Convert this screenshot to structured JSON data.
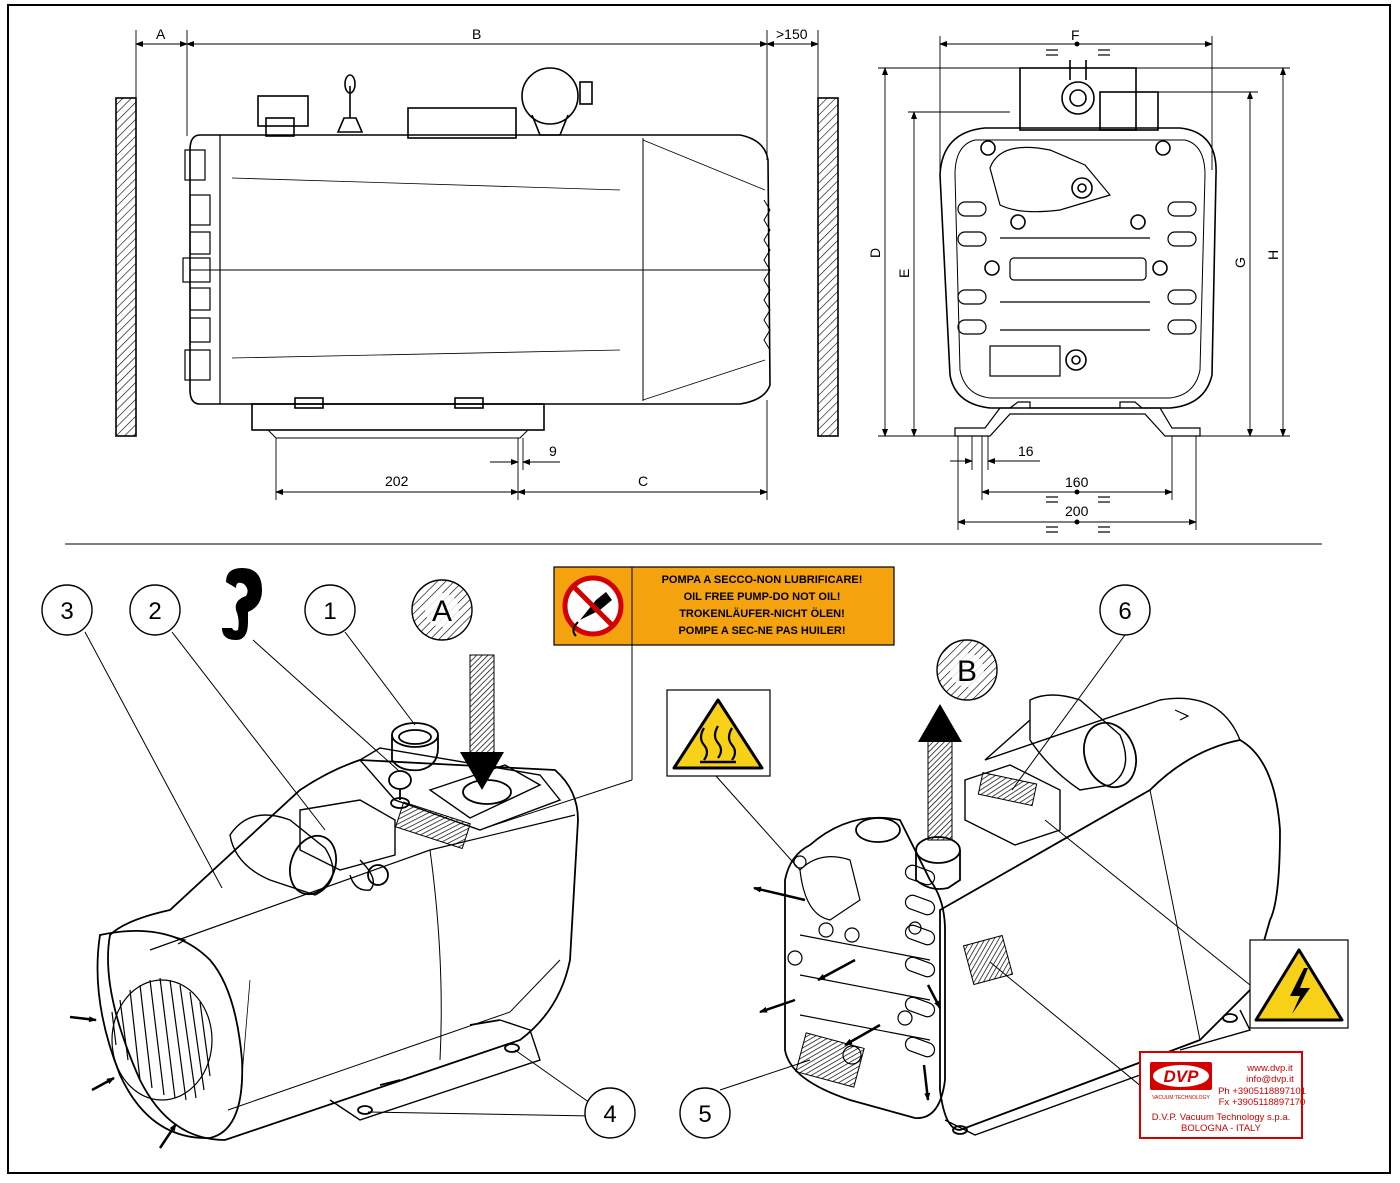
{
  "dimensions": {
    "side_view": {
      "top": {
        "a": "A",
        "b": "B",
        "clearance": ">150"
      },
      "bottom": {
        "foot_left": "202",
        "c": "C",
        "slot": "9"
      }
    },
    "end_view": {
      "width": "F",
      "heights": {
        "d": "D",
        "e": "E",
        "g": "G",
        "h": "H"
      },
      "feet": {
        "slot": "16",
        "inner": "160",
        "outer": "200"
      }
    }
  },
  "callouts": {
    "n1": "1",
    "n2": "2",
    "n3": "3",
    "n4": "4",
    "n5": "5",
    "n6": "6",
    "inlet": "A",
    "outlet": "B"
  },
  "warning_label": {
    "lines": [
      "POMPA A SECCO-NON LUBRIFICARE!",
      "OIL FREE PUMP-DO NOT OIL!",
      "TROKENLÄUFER-NICHT ÖLEN!",
      "POMPE A SEC-NE PAS HUILER!"
    ],
    "bg_color": "#f4a20d"
  },
  "company_label": {
    "logo": "DVP",
    "logo_sub": "VACUUM TECHNOLOGY",
    "web": "www.dvp.it",
    "email": "info@dvp.it",
    "phone": "Ph +3905118897101",
    "fax": "Fx +3905118897170",
    "company": "D.V.P. Vacuum Technology s.p.a.",
    "city": "BOLOGNA - ITALY",
    "text_color": "#d40000"
  },
  "icons": {
    "hot_surface": "hot-surface-warning-icon",
    "electric": "electric-hazard-warning-icon",
    "lift_hook": "lifting-hook-icon",
    "no_oil": "no-oiling-icon"
  },
  "colors": {
    "warning_yellow": "#f7d117",
    "label_orange": "#f4a20d",
    "brand_red": "#d40000"
  }
}
